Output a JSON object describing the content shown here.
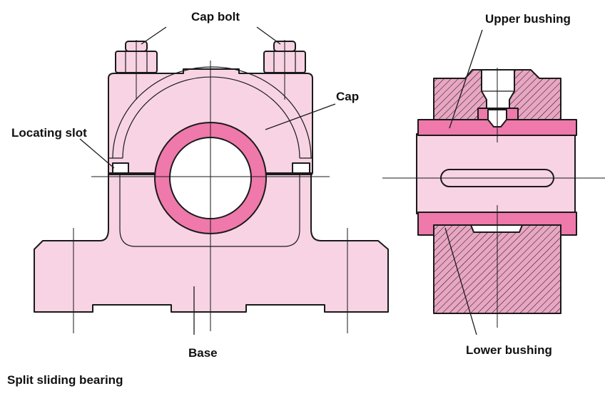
{
  "labels": {
    "cap_bolt": "Cap bolt",
    "cap": "Cap",
    "locating_slot": "Locating slot",
    "base": "Base",
    "upper_bushing": "Upper bushing",
    "lower_bushing": "Lower bushing",
    "caption": "Split sliding bearing"
  },
  "colors": {
    "body_fill": "#f7d3e3",
    "bushing_fill": "#ee79aa",
    "hatch_fill": "#e9a6c3",
    "line": "#1a1a1a"
  }
}
